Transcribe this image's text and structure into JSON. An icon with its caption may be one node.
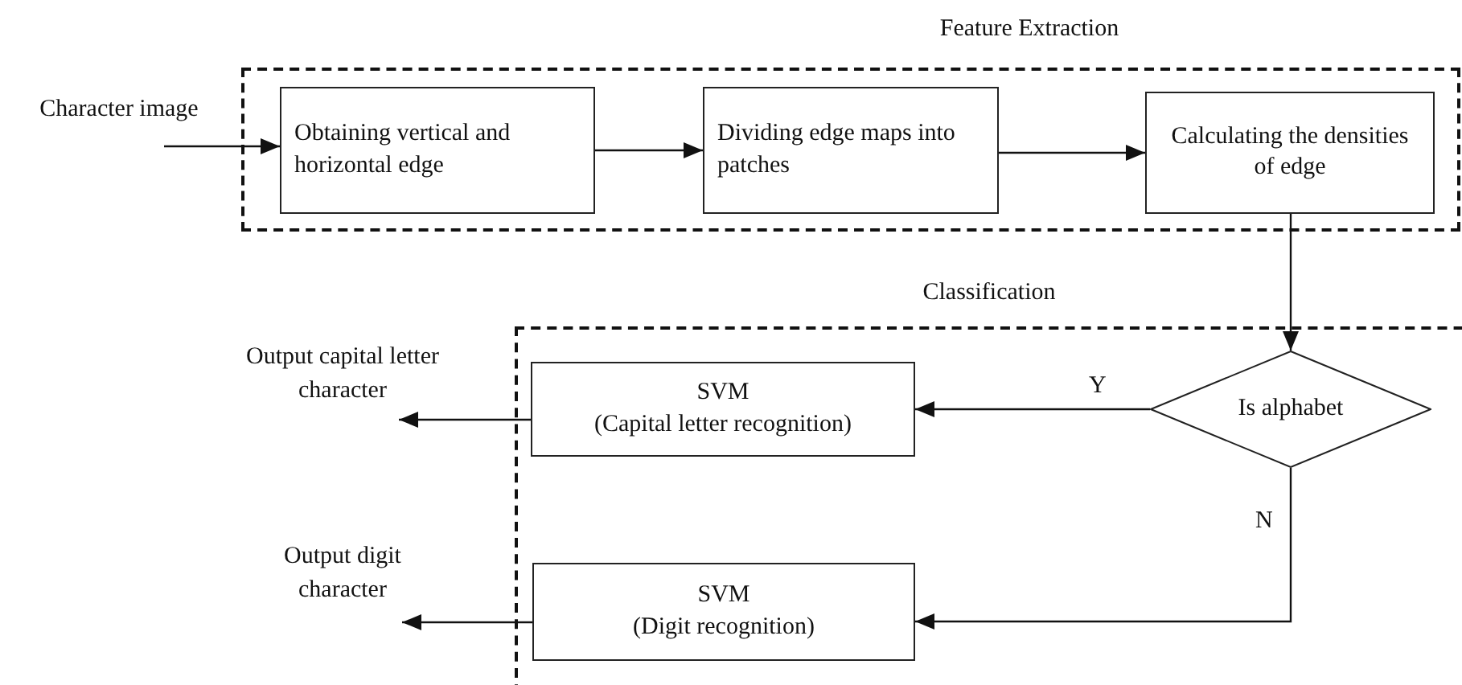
{
  "diagram": {
    "nodes": [
      {
        "text": [
          "Feature Extraction"
        ]
      },
      {
        "text": [
          "Character image"
        ]
      },
      {
        "text": [
          "Obtaining vertical and horizontal edge"
        ],
        "in": 0
      },
      {
        "text": [
          "Dividing edge maps into patches"
        ],
        "in": 0
      },
      {
        "text": [
          "Calculating the densities of edge"
        ],
        "in": 0
      },
      {
        "text": [
          "Classification"
        ]
      },
      {
        "text": [
          "Output capital letter character"
        ]
      },
      {
        "text": [
          "SVM",
          "(Capital letter recognition)"
        ],
        "in": 5
      },
      {
        "text": [
          "Is alphabet"
        ],
        "in": 5
      },
      {
        "text": [
          "Output digit character"
        ]
      },
      {
        "text": [
          "SVM",
          "(Digit recognition)"
        ],
        "in": 5
      }
    ],
    "edges": [
      {
        "from": 1,
        "to": 2,
        "arrow": "to"
      },
      {
        "from": 2,
        "to": 3,
        "arrow": "to"
      },
      {
        "from": 3,
        "to": 4,
        "arrow": "to"
      },
      {
        "from": 4,
        "to": 8,
        "arrow": "to"
      },
      {
        "from": 8,
        "to": 7,
        "label": "Y",
        "arrow": "to"
      },
      {
        "from": 8,
        "to": 10,
        "label": "N",
        "arrow": "to"
      },
      {
        "from": 7,
        "to": 6,
        "arrow": "to"
      },
      {
        "from": 10,
        "to": 9,
        "arrow": "to"
      }
    ]
  }
}
